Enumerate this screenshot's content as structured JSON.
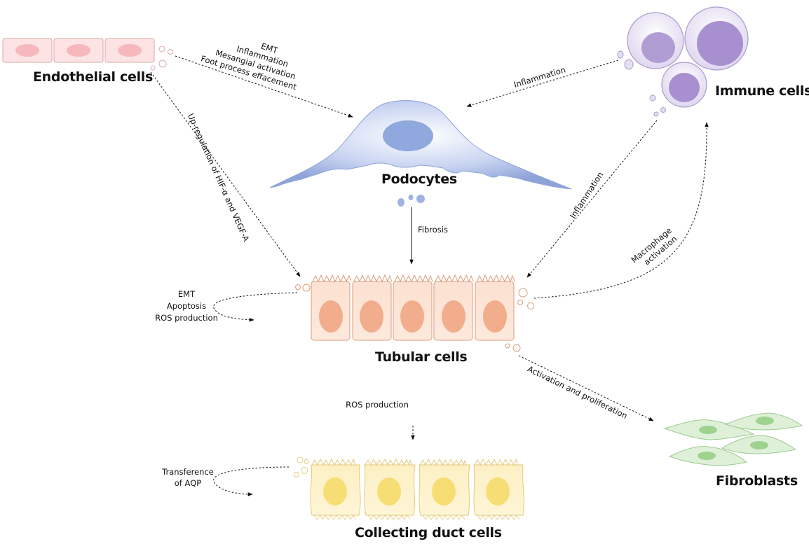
{
  "cells": {
    "endothelial": "Endothelial cells",
    "immune": "Immune cells",
    "podocytes": "Podocytes",
    "tubular": "Tubular cells",
    "fibroblasts": "Fibroblasts",
    "collecting": "Collecting duct cells"
  },
  "arrows": {
    "endo_to_podo": [
      "EMT",
      "Inflammation",
      "Mesangial activation",
      "Foot process effacement"
    ],
    "endo_to_tub": "Up-regulation of HIF-α and VEGF-A",
    "immune_to_podo": "Inflammation",
    "immune_to_tub": "Inflammation",
    "podo_to_tub": "Fibrosis",
    "tub_to_immune": [
      "Macrophage",
      "activation"
    ],
    "tub_self": [
      "EMT",
      "Apoptosis",
      "ROS production"
    ],
    "tub_to_collecting": "ROS production",
    "tub_to_fibro": "Activation and proliferation",
    "collecting_self": [
      "Transference",
      "of AQP"
    ]
  },
  "colors": {
    "endothelial": "#f7c9c9",
    "immune": "#b9a6d8",
    "podocyte": "#9fb3e0",
    "tubular": "#f3b48f",
    "fibroblast": "#a6d59a",
    "collecting": "#f7de86"
  }
}
